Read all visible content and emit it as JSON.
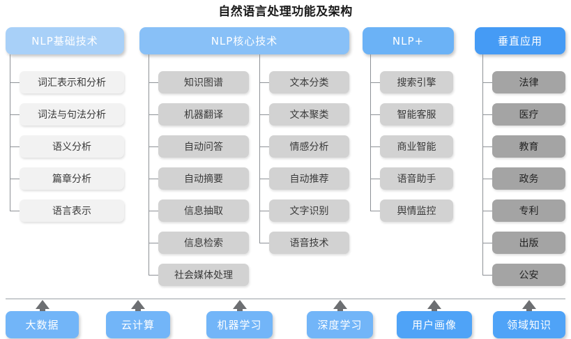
{
  "title": "自然语言处理功能及架构",
  "columns": [
    {
      "id": "nlp-basic",
      "header": "NLP基础技术",
      "header_color": "#a8d0f8",
      "leaf_style": "leaf-light",
      "items": [
        "词汇表示和分析",
        "词法与句法分析",
        "语义分析",
        "篇章分析",
        "语言表示"
      ]
    },
    {
      "id": "nlp-core-a",
      "header": "NLP核心技术",
      "header_color": "#88c0f7",
      "leaf_style": "leaf-mid",
      "items": [
        "知识图谱",
        "机器翻译",
        "自动问答",
        "自动摘要",
        "信息抽取",
        "信息检索",
        "社会媒体处理"
      ]
    },
    {
      "id": "nlp-core-b",
      "header": "",
      "header_color": "#88c0f7",
      "leaf_style": "leaf-mid",
      "items": [
        "文本分类",
        "文本聚类",
        "情感分析",
        "自动推荐",
        "文字识别",
        "语音技术"
      ]
    },
    {
      "id": "nlp-plus",
      "header": "NLP+",
      "header_color": "#6bb2f6",
      "leaf_style": "leaf-mid",
      "items": [
        "搜索引擎",
        "智能客服",
        "商业智能",
        "语音助手",
        "舆情监控"
      ]
    },
    {
      "id": "vertical-apps",
      "header": "垂直应用",
      "header_color": "#459bf5",
      "leaf_style": "leaf-dark",
      "items": [
        "法律",
        "医疗",
        "教育",
        "政务",
        "专利",
        "出版",
        "公安"
      ]
    }
  ],
  "foundation": {
    "items": [
      "大数据",
      "云计算",
      "机器学习",
      "深度学习",
      "用户画像",
      "领域知识"
    ],
    "color": "#72b5f8",
    "accent_color": "#4fa3f7"
  },
  "watermark": ""
}
